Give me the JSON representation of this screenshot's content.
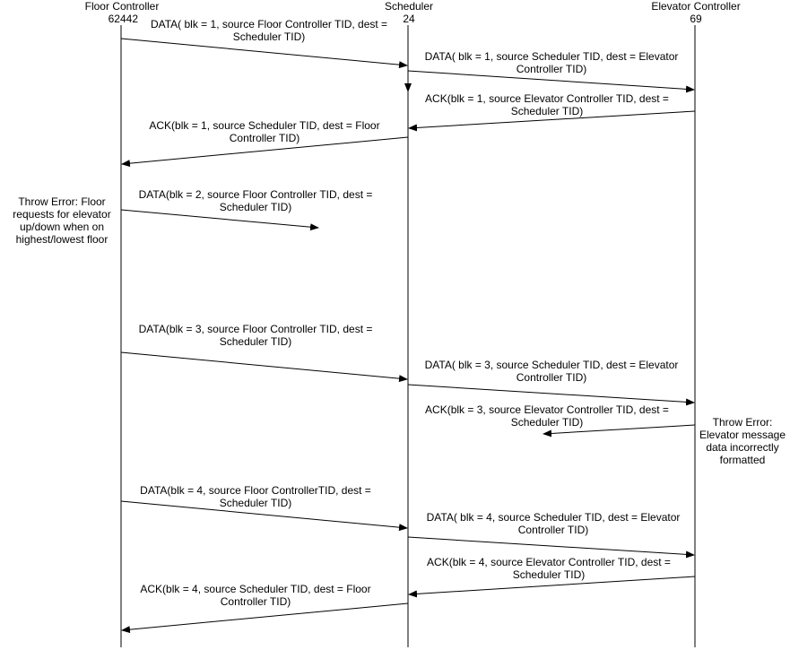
{
  "participants": [
    {
      "name": "Floor Controller",
      "tid": "62442"
    },
    {
      "name": "Scheduler",
      "tid": "24"
    },
    {
      "name": "Elevator Controller",
      "tid": "69"
    }
  ],
  "messages": [
    {
      "text": "DATA( blk = 1, source Floor Controller TID, dest = Scheduler TID)"
    },
    {
      "text": "DATA( blk = 1, source Scheduler TID, dest = Elevator Controller TID)"
    },
    {
      "text": "ACK(blk = 1, source Elevator Controller TID, dest = Scheduler TID)"
    },
    {
      "text": "ACK(blk = 1, source Scheduler TID, dest = Floor Controller TID)"
    },
    {
      "text": "DATA(blk = 2, source Floor Controller TID, dest = Scheduler TID)"
    },
    {
      "text": "DATA(blk = 3, source Floor Controller TID, dest = Scheduler TID)"
    },
    {
      "text": "DATA( blk = 3, source Scheduler TID, dest = Elevator Controller TID)"
    },
    {
      "text": "ACK(blk = 3, source Elevator Controller TID, dest = Scheduler TID)"
    },
    {
      "text": "DATA(blk = 4, source Floor ControllerTID, dest = Scheduler TID)"
    },
    {
      "text": "DATA( blk = 4, source Scheduler TID, dest = Elevator Controller TID)"
    },
    {
      "text": "ACK(blk = 4, source Elevator Controller TID, dest = Scheduler TID)"
    },
    {
      "text": "ACK(blk = 4, source Scheduler TID, dest = Floor Controller TID)"
    }
  ],
  "notes": [
    {
      "text": "Throw Error: Floor requests for elevator up/down when on highest/lowest floor"
    },
    {
      "text": "Throw Error: Elevator message data incorrectly formatted"
    }
  ]
}
